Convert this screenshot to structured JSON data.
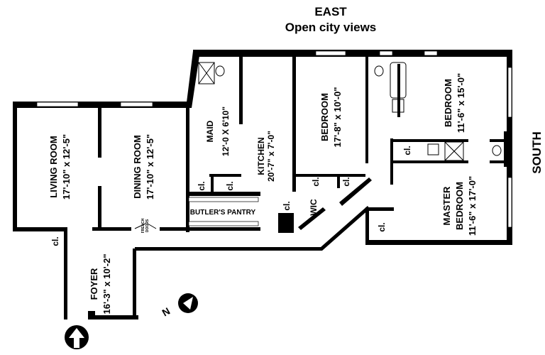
{
  "header": {
    "direction": "EAST",
    "subtitle": "Open city views"
  },
  "side_label": "SOUTH",
  "rooms": {
    "living": {
      "name": "LIVING ROOM",
      "size": "17'-10\" x 12'-5\""
    },
    "dining": {
      "name": "DINING ROOM",
      "size": "17'-10\" x 12'-5\""
    },
    "maid": {
      "name": "MAID",
      "size": "12'-0 X 6'10\""
    },
    "kitchen": {
      "name": "KITCHEN",
      "size": "20'-7\" x 7'-0\""
    },
    "bedroom1": {
      "name": "BEDROOM",
      "size": "17'-8\" x 10'-0\""
    },
    "bedroom2": {
      "name": "BEDROOM",
      "size": "11'-6\" x 15'-0\""
    },
    "master": {
      "name1": "MASTER",
      "name2": "BEDROOM",
      "size": "11'-6\" x 17'-0\""
    },
    "foyer": {
      "name": "FOYER",
      "size": "16'-3\" x 10'-2\""
    },
    "wic": {
      "name": "WIC"
    },
    "pantry": {
      "name": "BUTLER'S PANTRY"
    }
  },
  "french_doors": {
    "line1": "FRENCH",
    "line2": "DOORS"
  },
  "closet_label": "cl.",
  "compass_letter": "N",
  "icons": [
    "compass-icon",
    "north-arrow-icon",
    "toilet-icon",
    "bathtub-icon",
    "sink-icon",
    "shower-icon"
  ]
}
